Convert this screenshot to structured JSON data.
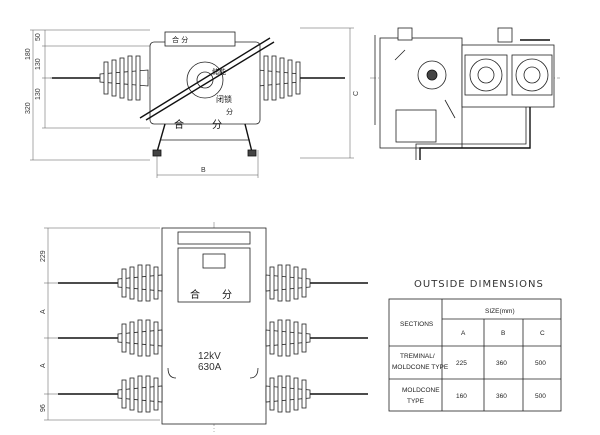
{
  "front_view": {
    "dims_left": [
      "50",
      "180",
      "130",
      "130",
      "320"
    ],
    "dim_bottom": "B",
    "dim_right": "C",
    "plate_top": "合 分",
    "plate_side": "分",
    "indicator_upper": "储能",
    "indicator_lower": "闭锁",
    "indicator_close": "合",
    "indicator_open": "分"
  },
  "top_view": {
    "dims_left": [
      "229",
      "A",
      "A",
      "96"
    ],
    "rating_voltage": "12kV",
    "rating_current": "630A",
    "indicator_close": "合",
    "indicator_open": "分"
  },
  "table": {
    "title": "OUTSIDE DIMENSIONS",
    "header_sections": "SECTIONS",
    "header_size": "SIZE(mm)",
    "col_a": "A",
    "col_b": "B",
    "col_c": "C",
    "rows": [
      {
        "label_line1": "TREMINAL/",
        "label_line2": "MOLDCONE TYPE",
        "a": "225",
        "b": "360",
        "c": "500"
      },
      {
        "label_line1": "MOLDCONE",
        "label_line2": "TYPE",
        "a": "160",
        "b": "360",
        "c": "500"
      }
    ]
  }
}
